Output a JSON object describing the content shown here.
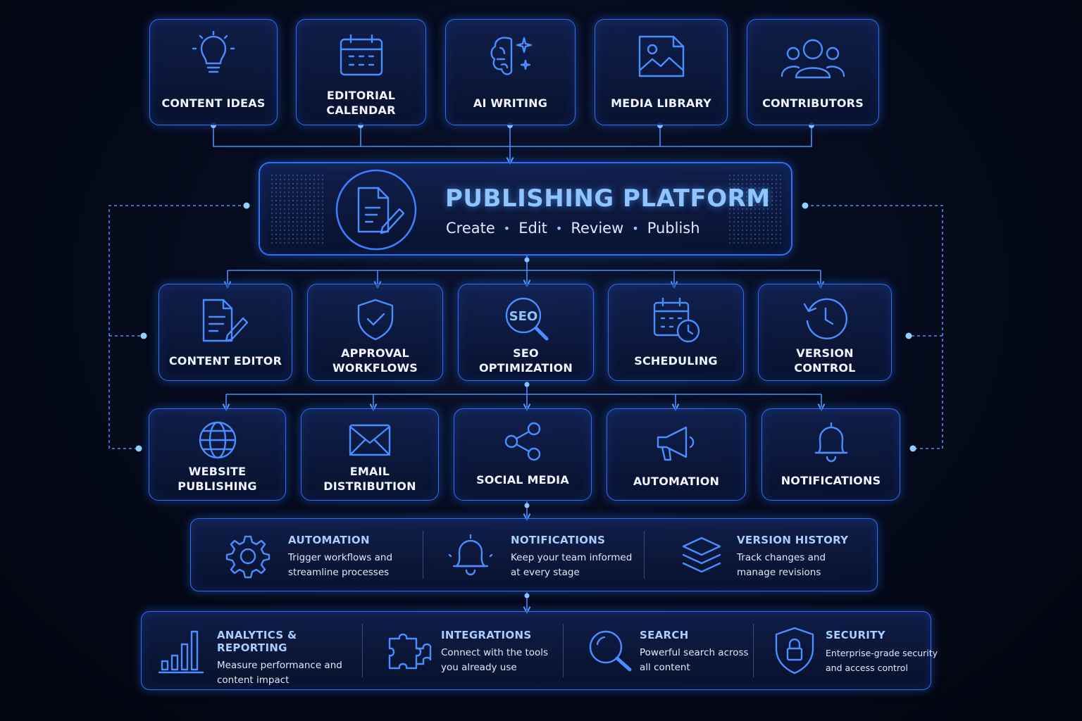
{
  "top_tiles": [
    {
      "label": "CONTENT IDEAS",
      "icon": "lightbulb-icon"
    },
    {
      "label": "EDITORIAL\nCALENDAR",
      "icon": "calendar-icon"
    },
    {
      "label": "AI WRITING",
      "icon": "ai-brain-sparkle-icon"
    },
    {
      "label": "MEDIA LIBRARY",
      "icon": "image-file-icon"
    },
    {
      "label": "CONTRIBUTORS",
      "icon": "users-group-icon"
    }
  ],
  "hub": {
    "title": "PUBLISHING PLATFORM",
    "steps": [
      "Create",
      "Edit",
      "Review",
      "Publish"
    ],
    "icon": "document-edit-icon"
  },
  "mid_tiles": [
    {
      "label": "CONTENT EDITOR",
      "icon": "document-pencil-icon"
    },
    {
      "label": "APPROVAL\nWORKFLOWS",
      "icon": "shield-check-icon"
    },
    {
      "label": "SEO\nOPTIMIZATION",
      "icon": "seo-search-icon",
      "icon_text": "SEO"
    },
    {
      "label": "SCHEDULING",
      "icon": "calendar-clock-icon"
    },
    {
      "label": "VERSION\nCONTROL",
      "icon": "history-clock-icon"
    }
  ],
  "channel_tiles": [
    {
      "label": "WEBSITE\nPUBLISHING",
      "icon": "globe-icon"
    },
    {
      "label": "EMAIL\nDISTRIBUTION",
      "icon": "envelope-icon"
    },
    {
      "label": "SOCIAL MEDIA",
      "icon": "share-icon"
    },
    {
      "label": "AUTOMATION",
      "icon": "megaphone-icon"
    },
    {
      "label": "NOTIFICATIONS",
      "icon": "bell-icon"
    }
  ],
  "features_row1": [
    {
      "title": "AUTOMATION",
      "desc": "Trigger workflows and\nstreamline processes",
      "icon": "gear-icon"
    },
    {
      "title": "NOTIFICATIONS",
      "desc": "Keep your team informed\nat every stage",
      "icon": "bell-icon"
    },
    {
      "title": "VERSION HISTORY",
      "desc": "Track changes and\nmanage revisions",
      "icon": "layers-icon"
    }
  ],
  "features_row2": [
    {
      "title": "ANALYTICS & REPORTING",
      "desc": "Measure performance and\ncontent impact",
      "icon": "bar-chart-icon"
    },
    {
      "title": "INTEGRATIONS",
      "desc": "Connect with the tools\nyou already use",
      "icon": "puzzle-icon"
    },
    {
      "title": "SEARCH",
      "desc": "Powerful search across\nall content",
      "icon": "search-icon"
    },
    {
      "title": "SECURITY",
      "desc": "Enterprise-grade security\nand access control",
      "icon": "lock-shield-icon"
    }
  ],
  "colors": {
    "accent": "#2f6ff0",
    "glow": "#4a8dff",
    "title": "#8fc4ff",
    "background": "#050a1a"
  }
}
